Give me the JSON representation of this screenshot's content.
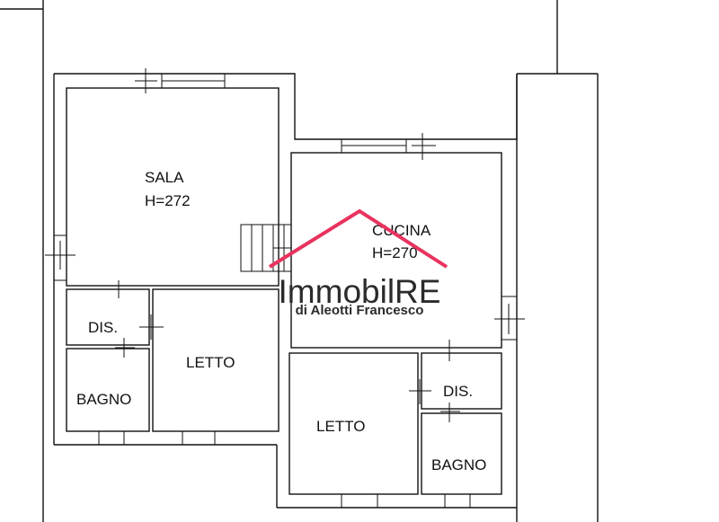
{
  "rooms": {
    "sala": {
      "name": "SALA",
      "height": "H=272"
    },
    "cucina": {
      "name": "CUCINA",
      "height": "H=270"
    },
    "dis_left": {
      "name": "DIS."
    },
    "dis_right": {
      "name": "DIS."
    },
    "letto_left": {
      "name": "LETTO"
    },
    "letto_right": {
      "name": "LETTO"
    },
    "bagno_left": {
      "name": "BAGNO"
    },
    "bagno_right": {
      "name": "BAGNO"
    }
  },
  "watermark": {
    "brand": "ImmobilRE",
    "tagline": "di Aleotti Francesco",
    "accent_color": "#e8335f"
  },
  "colors": {
    "lines": "#111111",
    "background": "#ffffff"
  }
}
